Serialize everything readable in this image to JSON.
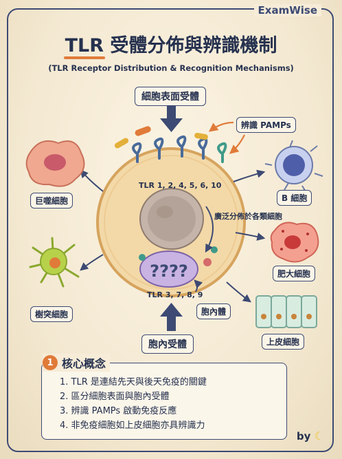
{
  "brand": "ExamWise",
  "title_prefix": "TLR",
  "title_rest": " 受體分佈與辨識機制",
  "subtitle": "(TLR Receptor Distribution & Recognition Mechanisms)",
  "labels": {
    "surface": "細胞表面受體",
    "pamps": "辨識 PAMPs",
    "tlr_surface": "TLR 1, 2, 4, 5, 6, 10",
    "distribution": "廣泛分佈於各類細胞",
    "tlr_endo": "TLR 3, 7, 8, 9",
    "endosome": "胞內體",
    "intracellular": "胞內受體",
    "macrophage": "巨噬細胞",
    "dendritic": "樹突細胞",
    "bcell": "B 細胞",
    "mast": "肥大細胞",
    "epithelial": "上皮細胞"
  },
  "core": {
    "number": "1",
    "title": "核心概念",
    "items": [
      "1. TLR 是連結先天與後天免疫的關鍵",
      "2. 區分細胞表面與胞內受體",
      "3. 辨識 PAMPs 啟動免疫反應",
      "4. 非免疫細胞如上皮細胞亦具辨識力"
    ]
  },
  "footer_by": "by",
  "colors": {
    "ink": "#26314f",
    "frame": "#3d4a73",
    "accent": "#e07b39",
    "cell": "#f3d9a8",
    "endosome": "#c9b3e3",
    "receptor": "#4a6b9a"
  },
  "icons": [
    "banana-icon",
    "bacteria-icon",
    "virus-icon",
    "receptor-icon"
  ]
}
